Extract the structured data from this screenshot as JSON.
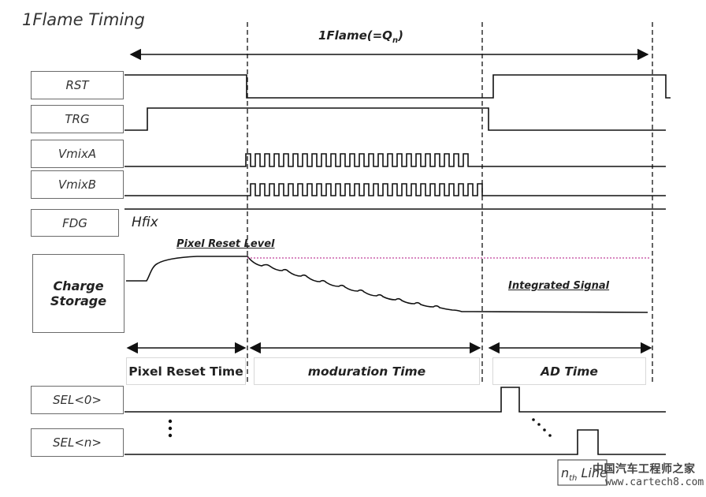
{
  "title": "1Flame Timing",
  "frame_label": "1Flame(=Q",
  "frame_label_sub": "n",
  "frame_label_close": ")",
  "signals": {
    "rst": "RST",
    "trg": "TRG",
    "vmixa": "VmixA",
    "vmixb": "VmixB",
    "fdg": "FDG",
    "charge_line1": "Charge",
    "charge_line2": "Storage",
    "sel0": "SEL<0>",
    "seln": "SEL<n>"
  },
  "fdg_state": "Hfix",
  "annotations": {
    "pixel_reset_level": "Pixel Reset Level",
    "integrated_signal": "Integrated Signal",
    "nth_line_n": "n",
    "nth_line_sub": "th",
    "nth_line_word": "Line"
  },
  "phases": {
    "pixel_reset": "Pixel Reset Time",
    "modulation": "moduration Time",
    "ad": "AD Time"
  },
  "watermark": {
    "cn": "中国汽车工程师之家",
    "url": "www.cartech8.com"
  },
  "colors": {
    "line": "#111111",
    "reset_level": "#c0409a"
  }
}
